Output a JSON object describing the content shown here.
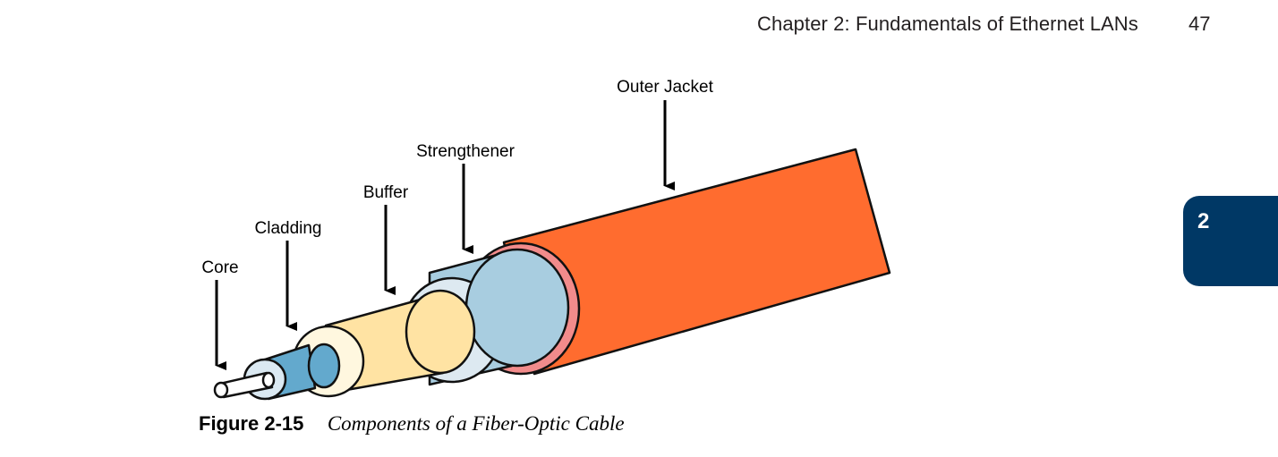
{
  "header": {
    "running_title": "Chapter 2: Fundamentals of Ethernet LANs",
    "page_number": "47"
  },
  "chapter_tab": {
    "label": "2",
    "color": "#003865"
  },
  "figure": {
    "labels": {
      "outer_jacket": "Outer Jacket",
      "strengthener": "Strengthener",
      "buffer": "Buffer",
      "cladding": "Cladding",
      "core": "Core"
    },
    "colors": {
      "outer_jacket": "#ff6c2f",
      "strengthener_ring": "#f28b8b",
      "buffer_tube": "#a8cde0",
      "buffer_ring": "#dde9f1",
      "cladding_tube": "#ffe3a3",
      "cladding_ring": "#fff7df",
      "core_tube": "#63a9cd",
      "core_ring": "#dbe9f2",
      "fiber": "#ffffff"
    },
    "caption": {
      "number": "Figure 2-15",
      "title": "Components of a Fiber-Optic Cable"
    }
  }
}
